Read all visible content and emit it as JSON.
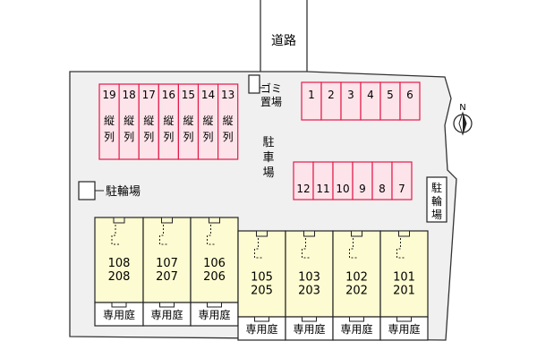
{
  "road_label": "道路",
  "north_label": "N",
  "parking_label": "駐車場",
  "bike_parking_label": "駐輪場",
  "bike_parking_right_label": "駐輪場",
  "garbage_label": "ゴミ置場",
  "parking_vertical_label": "縦列",
  "parking_top_right": [
    "1",
    "2",
    "3",
    "4",
    "5",
    "6"
  ],
  "parking_mid_right": [
    "12",
    "11",
    "10",
    "9",
    "8",
    "7"
  ],
  "parking_left": [
    "19",
    "18",
    "17",
    "16",
    "15",
    "14",
    "13"
  ],
  "units": [
    {
      "upper": "108",
      "lower": "208"
    },
    {
      "upper": "107",
      "lower": "207"
    },
    {
      "upper": "106",
      "lower": "206"
    },
    {
      "upper": "105",
      "lower": "205"
    },
    {
      "upper": "103",
      "lower": "203"
    },
    {
      "upper": "102",
      "lower": "202"
    },
    {
      "upper": "101",
      "lower": "201"
    }
  ],
  "garden_label": "専用庭",
  "colors": {
    "slot_fill": "#fde4ea",
    "slot_stroke": "#e41a4b",
    "unit_fill": "#fdfbd1",
    "lot_fill": "#f0f0f0"
  }
}
